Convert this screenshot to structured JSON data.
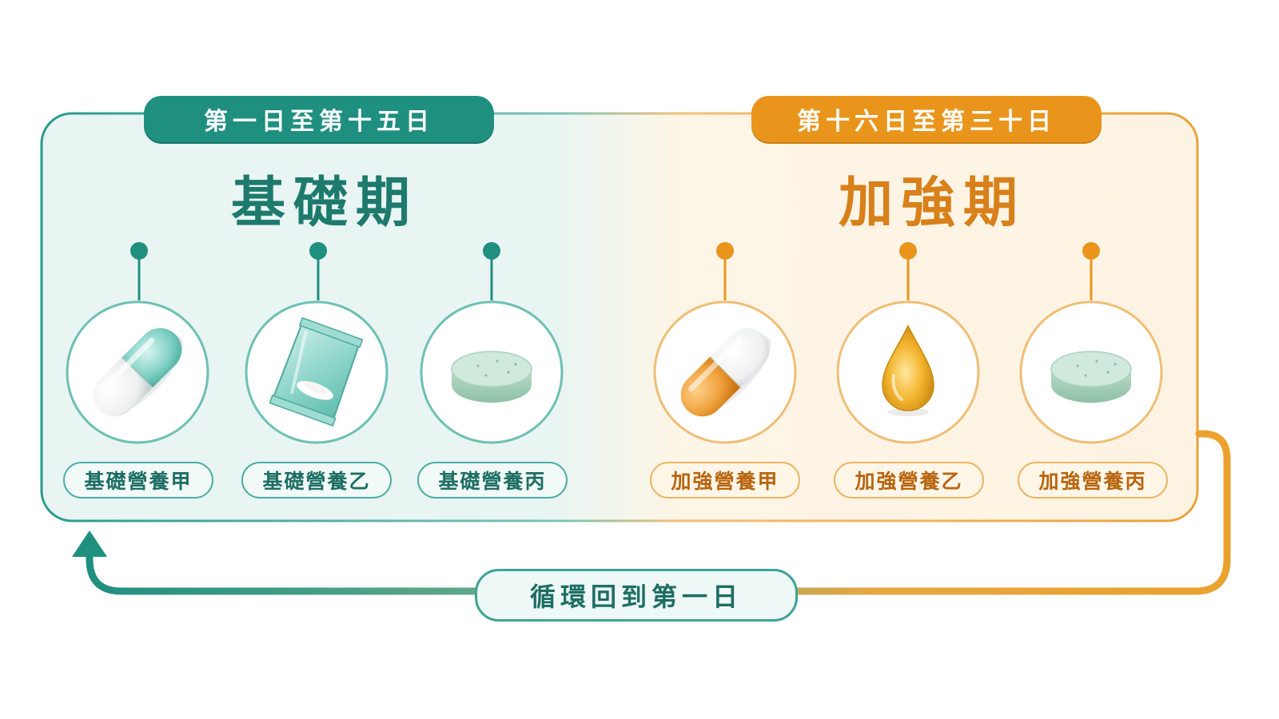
{
  "phases": [
    {
      "id": "basic",
      "range_label": "第一日至第十五日",
      "title": "基礎期",
      "color": "#1f8f80",
      "items": [
        {
          "label": "基礎營養甲",
          "icon": "capsule-teal-icon"
        },
        {
          "label": "基礎營養乙",
          "icon": "powder-sachet-icon"
        },
        {
          "label": "基礎營養丙",
          "icon": "round-tablet-icon"
        }
      ]
    },
    {
      "id": "boost",
      "range_label": "第十六日至第三十日",
      "title": "加強期",
      "color": "#e9951c",
      "items": [
        {
          "label": "加強營養甲",
          "icon": "capsule-orange-icon"
        },
        {
          "label": "加強營養乙",
          "icon": "oil-drop-icon"
        },
        {
          "label": "加強營養丙",
          "icon": "round-tablet-icon"
        }
      ]
    }
  ],
  "cycle_label": "循環回到第一日",
  "colors": {
    "teal": "#1f8f80",
    "orange": "#e9951c",
    "teal_bg": "#e6f4f2",
    "orange_bg": "#fdf3e3"
  }
}
